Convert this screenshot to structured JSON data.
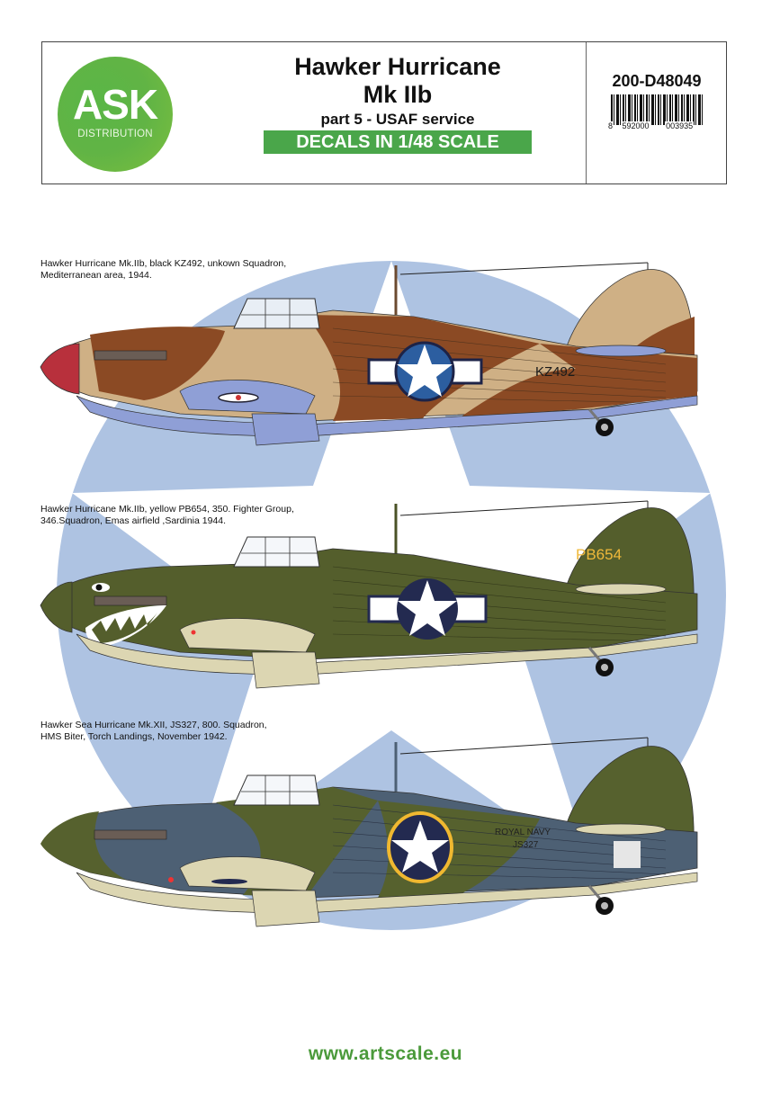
{
  "header": {
    "logo": {
      "brand": "ASK",
      "subtitle": "DISTRIBUTION",
      "color": "#5ab646"
    },
    "title_line1": "Hawker Hurricane",
    "title_line2": "Mk IIb",
    "subtitle": "part 5 - USAF service",
    "scale_banner": "DECALS IN 1/48 SCALE",
    "scale_banner_color": "#4aa64a",
    "product_code": "200-D48049",
    "barcode": {
      "digit_first": "8",
      "group1": "592000",
      "group2": "003935"
    }
  },
  "background": {
    "roundel_color": "#aec3e2",
    "star_color": "#ffffff"
  },
  "aircraft": [
    {
      "caption_line1": "Hawker  Hurricane Mk.IIb, black KZ492, unkown Squadron,",
      "caption_line2": "Mediterranean area, 1944.",
      "serial": "KZ492",
      "scheme": "desert",
      "colors": {
        "upper1": "#8b4a24",
        "upper2": "#cfb085",
        "lower": "#8f9fd6",
        "spinner": "#b8303c",
        "roundel": "#2c5ea0"
      }
    },
    {
      "caption_line1": "Hawker  Hurricane Mk.IIb, yellow PB654, 350. Fighter Group,",
      "caption_line2": "346.Squadron, Emas airfield ,Sardinia 1944.",
      "serial": "PB654",
      "scheme": "olive",
      "colors": {
        "upper1": "#545e2c",
        "upper2": "#5b6532",
        "lower": "#dcd6b2",
        "serial": "#f0b93a",
        "roundel": "#232a50"
      }
    },
    {
      "caption_line1": "Hawker Sea Hurricane Mk.XII, JS327, 800. Squadron,",
      "caption_line2": "HMS Biter, Torch Landings, November 1942.",
      "serial_line1": "ROYAL NAVY",
      "serial_line2": "JS327",
      "scheme": "navy",
      "colors": {
        "upper1": "#4d6074",
        "upper2": "#56612e",
        "lower": "#dcd6b2",
        "roundel": "#232a50",
        "ring": "#f0b830"
      }
    }
  ],
  "footer": {
    "url": "www.artscale.eu"
  }
}
